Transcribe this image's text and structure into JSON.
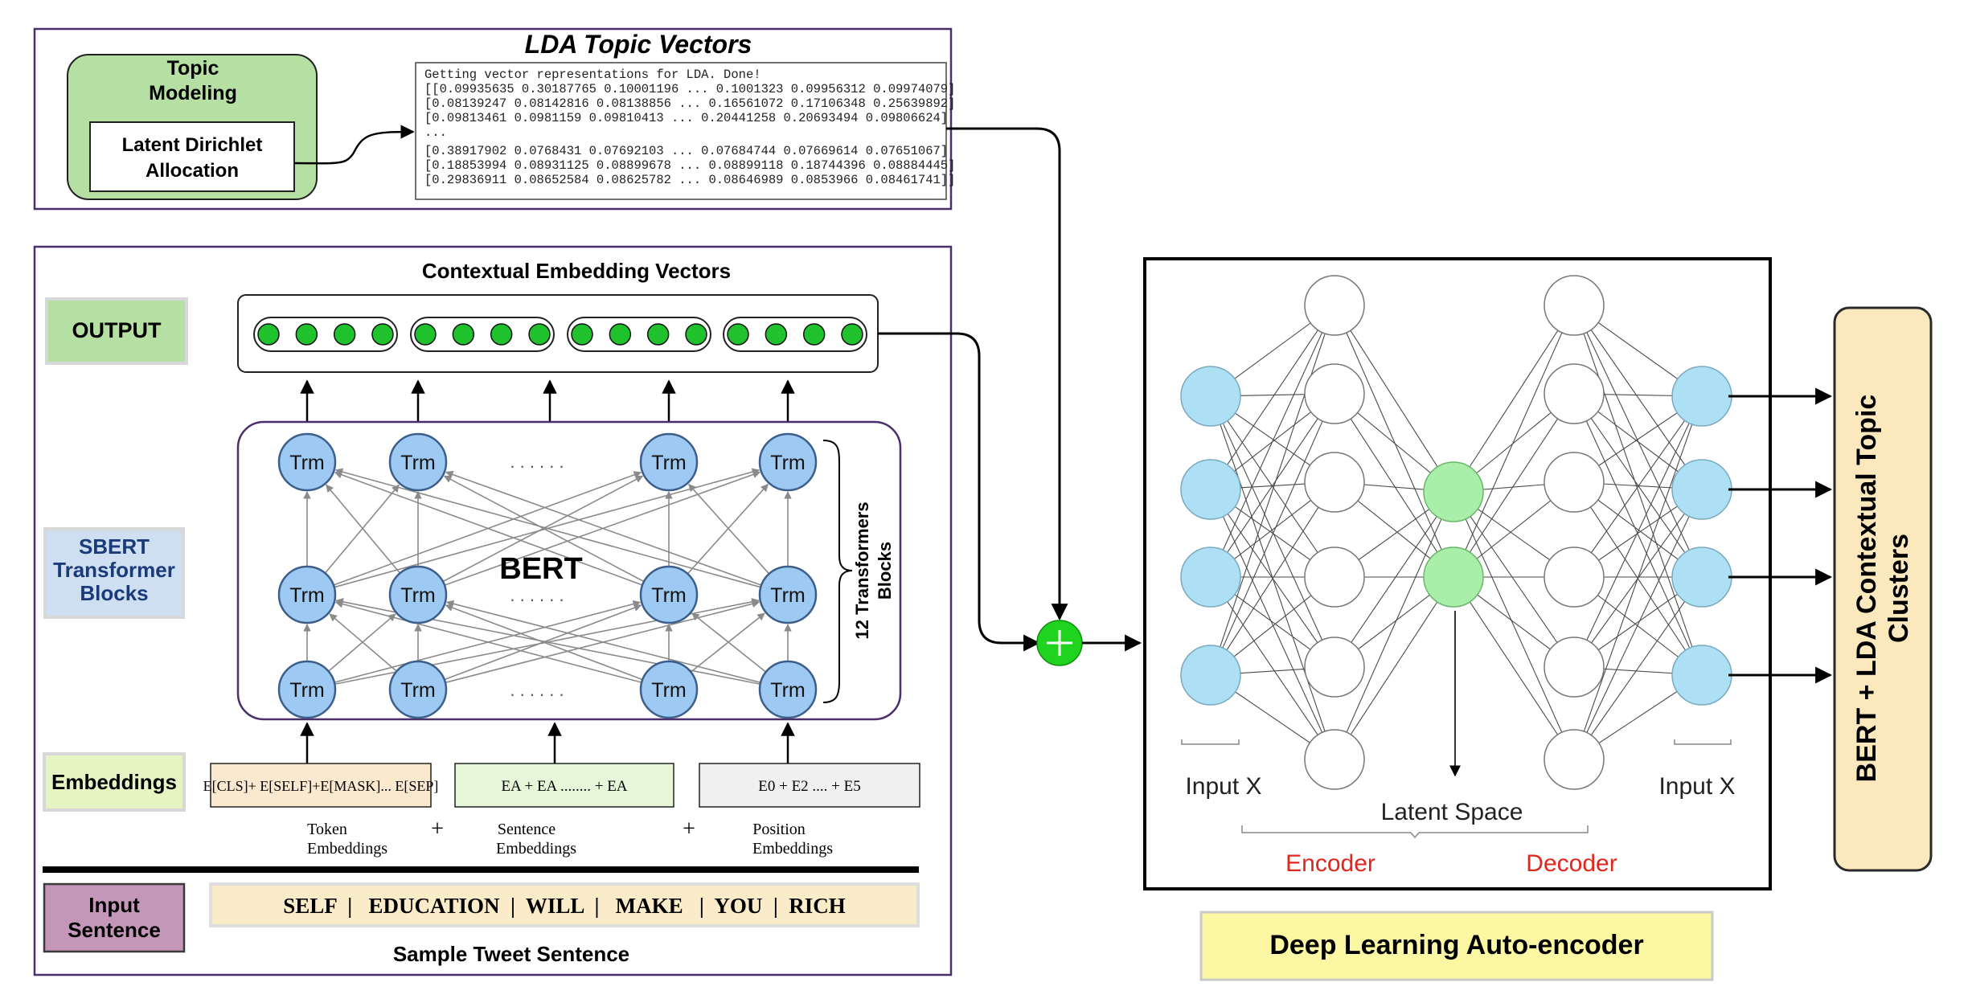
{
  "lda": {
    "title": "LDA Topic Vectors",
    "topic_modeling": "Topic Modeling",
    "topic_modeling_lines": [
      "Topic",
      "Modeling"
    ],
    "lda_box": "Latent Dirichlet Allocation",
    "lda_box_lines": [
      "Latent Dirichlet",
      "Allocation"
    ],
    "console_lines": [
      "Getting vector representations for LDA. Done!",
      "[[0.09935635 0.30187765 0.10001196 ... 0.1001323  0.09956312 0.09974079]",
      " [0.08139247 0.08142816 0.08138856 ... 0.16561072 0.17106348 0.25639892]",
      " [0.09813461 0.0981159  0.09810413 ... 0.20441258 0.20693494 0.09806624]",
      " ...",
      " [0.38917902 0.0768431  0.07692103 ... 0.07684744 0.07669614 0.07651067]",
      " [0.18853994 0.08931125 0.08899678 ... 0.08899118 0.18744396 0.08884445]",
      " [0.29836911 0.08652584 0.08625782 ... 0.08646989 0.0853966  0.08461741]]"
    ]
  },
  "bert": {
    "contextual_title": "Contextual Embedding Vectors",
    "output_label": "OUTPUT",
    "sbert_label": "SBERT Transformer Blocks",
    "sbert_lines": [
      "SBERT",
      "Transformer",
      "Blocks"
    ],
    "embeddings_label": "Embeddings",
    "input_label": "Input Sentence",
    "input_lines": [
      "Input",
      "Sentence"
    ],
    "center_label": "BERT",
    "trm_label": "Trm",
    "dots": ". . . . . .",
    "blocks_label": "12 Transformers Blocks",
    "blocks_lines": [
      "12 Transformers",
      "Blocks"
    ],
    "token_embedding_text": "E[CLS]+ E[SELF]+E[MASK]... E[SEP]",
    "sentence_embedding_text": "EA + EA ........ + EA",
    "position_embedding_text": "E0 + E2 .... + E5",
    "token_caption_lines": [
      "Token",
      "Embeddings"
    ],
    "sentence_caption_lines": [
      "Sentence",
      "Embeddings"
    ],
    "position_caption_lines": [
      "Position",
      "Embeddings"
    ],
    "plus": "+",
    "sentence_words": "SELF  |   EDUCATION  |  WILL  |   MAKE   |  YOU  |  RICH",
    "sample_caption": "Sample Tweet Sentence"
  },
  "autoencoder": {
    "input_left": "Input X",
    "input_right": "Input X",
    "latent": "Latent Space",
    "encoder": "Encoder",
    "decoder": "Decoder",
    "caption": "Deep Learning Auto-encoder"
  },
  "result": {
    "label": "BERT + LDA Contextual Topic Clusters",
    "lines": [
      "BERT + LDA Contextual Topic",
      "Clusters"
    ]
  },
  "colors": {
    "frame": "#4a2f6b",
    "green_box": "#b5dfa3",
    "sbert_box": "#cfdff2",
    "embeddings_box": "#e6f4c4",
    "input_box": "#c496b8",
    "trm_fill": "#9ec9f2",
    "trm_stroke": "#3b5f8a",
    "dot_green": "#1fc12d",
    "latent_green": "#a9efa9",
    "input_node": "#aee0f5",
    "caption_yellow": "#fbf7a3",
    "result_fill": "#fbe8bd",
    "encoder_red": "#e0261d",
    "adder": "#1fd31f"
  }
}
